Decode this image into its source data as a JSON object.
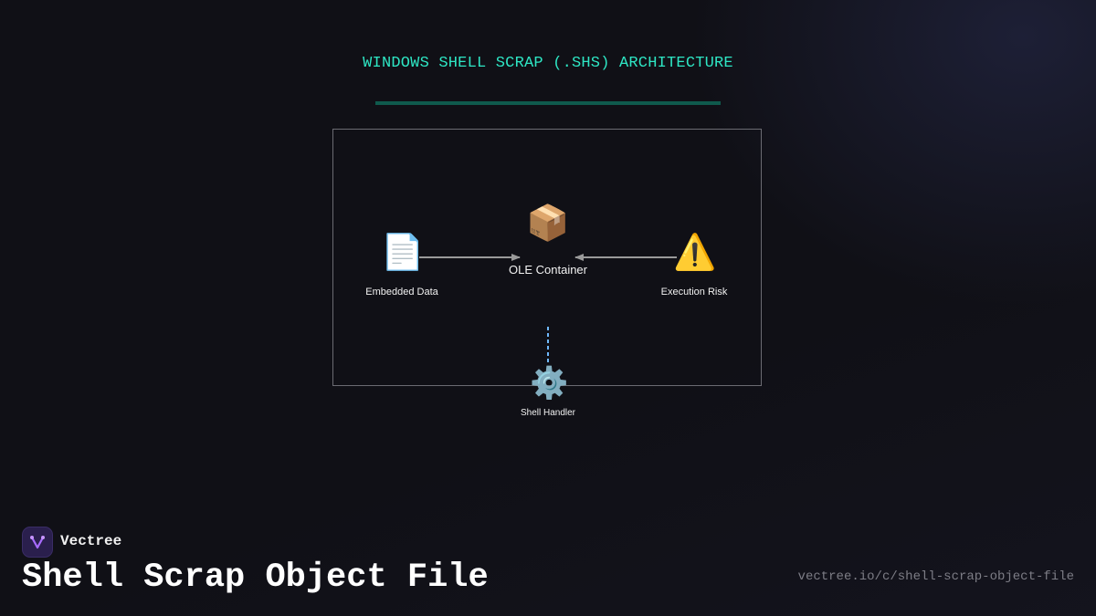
{
  "diagram": {
    "title": "WINDOWS SHELL SCRAP (.SHS) ARCHITECTURE",
    "nodes": {
      "embedded_data": {
        "label": "Embedded Data",
        "icon": "document-icon"
      },
      "ole_container": {
        "label": "OLE Container",
        "icon": "package-icon"
      },
      "execution_risk": {
        "label": "Execution Risk",
        "icon": "warning-icon"
      },
      "shell_handler": {
        "label": "Shell Handler",
        "icon": "gear-icon"
      }
    },
    "edges": [
      {
        "from": "Embedded Data",
        "to": "OLE Container",
        "style": "solid"
      },
      {
        "from": "Execution Risk",
        "to": "OLE Container",
        "style": "solid"
      },
      {
        "from": "OLE Container",
        "to": "Shell Handler",
        "style": "dashed"
      }
    ],
    "colors": {
      "title": "#2ee6c4",
      "rule": "#0f5a4d",
      "arrow": "#9a9a9a",
      "dashed": "#6fb8ff"
    }
  },
  "footer": {
    "brand": "Vectree",
    "page_title": "Shell Scrap Object File",
    "url": "vectree.io/c/shell-scrap-object-file"
  }
}
